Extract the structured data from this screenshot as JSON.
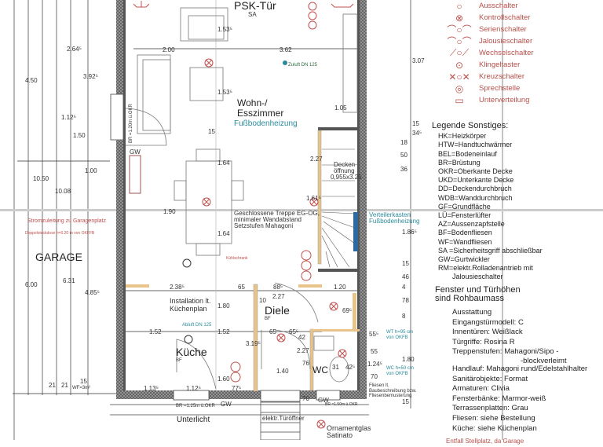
{
  "rooms": {
    "wohn_line1": "Wohn-/",
    "wohn_line2": "Esszimmer",
    "fussbodenheizung": "Fußbodenheizung",
    "psk": "PSK-Tür",
    "psk_sa": "SA",
    "kueche": "Küche",
    "kueche_bf": "BF",
    "diele": "Diele",
    "diele_bf": "BF",
    "wc": "WC",
    "garage": "GARAGE",
    "installation1": "Installation lt.",
    "installation2": "Küchenplan",
    "treppe1": "Geschlossene Treppe EG-OG,",
    "treppe2": "minimaler Wandabstand",
    "treppe3": "Setzstufen Mahagoni",
    "decken1": "Decken-",
    "decken2": "öffnung",
    "decken3": "0,955x3.25",
    "verteiler1": "Verteilerkasten",
    "verteiler2": "Fußbodenheizung",
    "zuluft": "Zuluft DN 125",
    "abluft": "Abluft DN 125",
    "strom": "Stromzuleitung zu Garagenplatz",
    "unterlicht": "Unterlicht",
    "tueroeffner": "elektr.Türöffner",
    "ornament1": "Ornamentglas",
    "ornament2": "Satinato",
    "gw1": "GW",
    "gw2": "GW",
    "gw3": "GW",
    "wf": "WF=3m²",
    "br1": "BR =1.20m  ü.OKR",
    "br2": "BR =1.50m ü.OKR",
    "br3": "BR =1.25m ü.OKR",
    "fliesen": "Fliesen lt. Baubeschreibung bzw. Fliesenbemusterung",
    "wt": "WT h=95 cm von OKFB",
    "wc_h": "WC h=50 cm von OKFB",
    "kuehl": "Kühlschrank",
    "doppel": "Doppelsteckdose h=0.20 m von OKFFB"
  },
  "dims": [
    "2.00",
    "3.62",
    "1.53⁵",
    "1.53⁵",
    "1.05",
    "15",
    "2.27",
    "1.61⁵",
    "1.64",
    "1.64",
    "1.90",
    "2.38⁵",
    "65",
    "88⁵",
    "2.27",
    "10",
    "1.20",
    "1.80",
    "1.52",
    "1.52",
    "65",
    "65⁵",
    "3.19⁵",
    "42",
    "69⁵",
    "76",
    "2.27",
    "1.40",
    "31",
    "42⁵",
    "1.60",
    "1.13⁵",
    "1.12⁵",
    "77⁵",
    "70",
    "4.50",
    "2.64⁵",
    "3.92⁵",
    "1.12⁵",
    "1.50",
    "10.50",
    "10.08",
    "1.00",
    "6.00",
    "6.31",
    "4.85⁵",
    "21",
    "21",
    "15",
    "3.07",
    "15",
    "34⁵",
    "18",
    "50",
    "36",
    "1.86⁵",
    "15",
    "46",
    "4",
    "78",
    "8",
    "1.80",
    "15",
    "55⁵",
    "55",
    "1.24⁵",
    "70"
  ],
  "legend_switches": [
    {
      "icon": "ausschalter-icon",
      "label": "Ausschalter"
    },
    {
      "icon": "kontrollschalter-icon",
      "label": "Kontrollschalter"
    },
    {
      "icon": "serienschalter-icon",
      "label": "Serienschalter"
    },
    {
      "icon": "jalousieschalter-icon",
      "label": "Jalousieschalter"
    },
    {
      "icon": "wechselschalter-icon",
      "label": "Wechselschalter"
    },
    {
      "icon": "klingeltaster-icon",
      "label": "Klingeltaster"
    },
    {
      "icon": "kreuzschalter-icon",
      "label": "Kreuzschalter"
    },
    {
      "icon": "sprechstelle-icon",
      "label": "Sprechstelle"
    },
    {
      "icon": "unterverteilung-icon",
      "label": "Unterverteilung"
    }
  ],
  "legend_sonstiges": {
    "title": "Legende Sonstiges:",
    "items": [
      "HK=Heizkörper",
      "HTW=Handtuchwärmer",
      "BEL=Bodeneinlauf",
      "BR=Brüstung",
      "OKR=Oberkante Decke",
      "UKD=Unterkante Decke",
      "DD=Deckendurchbruch",
      "WDB=Wanddurchbruch",
      "GF=Grundfläche",
      "LÜ=Fensterlüfter",
      "AZ=Aussenzapfstelle",
      "BF=Bodenfliesen",
      "WF=Wandfliesen",
      "SA =Sicherheitsgriff abschließbar",
      "GW=Gurtwickler",
      "RM=elektr.Rolladenantrieb mit",
      "Jalousieschalter"
    ]
  },
  "ausstattung": {
    "title1": "Fenster und Türhöhen",
    "title2": "sind Rohbaumass",
    "heading": "Ausstattung",
    "items": [
      "Eingangstürmodell: C",
      "Innentüren: Weißlack",
      "Türgriffe: Rosina R",
      "Treppenstufen: Mahagoni/Sipo -",
      "-blockverleimt",
      "Handlauf: Mahagoni rund/Edelstahlhalter",
      "Sanitärobjekte: Format",
      "Armaturen: Clivia",
      "Fensterbänke: Marmor-weiß",
      "Terrassenplatten: Grau",
      "Fliesen: siehe Bestellung",
      "Küche: siehe Küchenplan"
    ],
    "note": "Entfall Stellplatz, da Garage"
  },
  "colors": {
    "wall": "#6b6b6b",
    "wood": "#e8c48a",
    "electric": "#c0504d",
    "hvac": "#2a8a9a"
  }
}
